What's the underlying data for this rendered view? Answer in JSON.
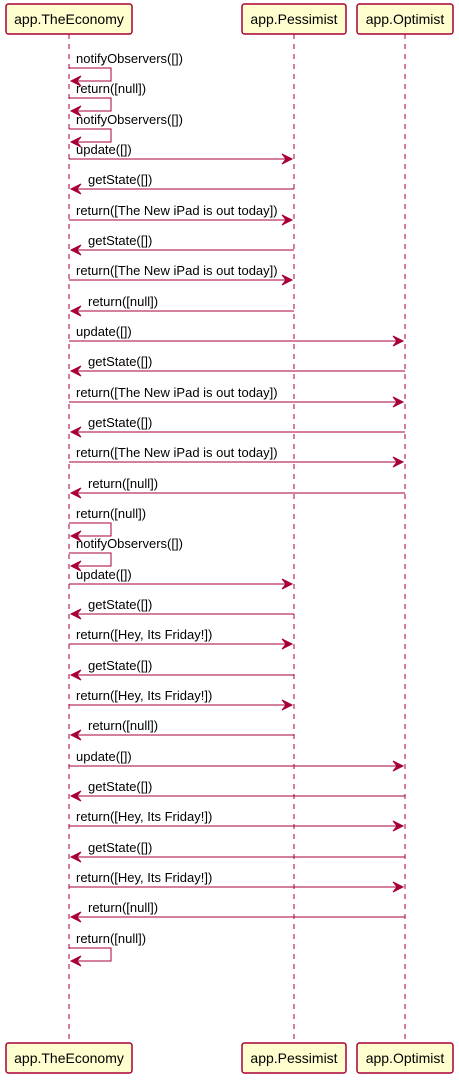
{
  "colors": {
    "participant_fill": "#FEFECE",
    "border": "#A80036",
    "arrow": "#A80036",
    "text": "#000000"
  },
  "participants": [
    {
      "id": "economy",
      "label": "app.TheEconomy"
    },
    {
      "id": "pessimist",
      "label": "app.Pessimist"
    },
    {
      "id": "optimist",
      "label": "app.Optimist"
    }
  ],
  "messages": [
    {
      "from": "economy",
      "to": "economy",
      "label": "notifyObservers([])"
    },
    {
      "from": "economy",
      "to": "economy",
      "label": "return([null])"
    },
    {
      "from": "economy",
      "to": "economy",
      "label": "notifyObservers([])"
    },
    {
      "from": "economy",
      "to": "pessimist",
      "label": "update([])"
    },
    {
      "from": "pessimist",
      "to": "economy",
      "label": "getState([])"
    },
    {
      "from": "economy",
      "to": "pessimist",
      "label": "return([The New iPad is out today])"
    },
    {
      "from": "pessimist",
      "to": "economy",
      "label": "getState([])"
    },
    {
      "from": "economy",
      "to": "pessimist",
      "label": "return([The New iPad is out today])"
    },
    {
      "from": "pessimist",
      "to": "economy",
      "label": "return([null])"
    },
    {
      "from": "economy",
      "to": "optimist",
      "label": "update([])"
    },
    {
      "from": "optimist",
      "to": "economy",
      "label": "getState([])"
    },
    {
      "from": "economy",
      "to": "optimist",
      "label": "return([The New iPad is out today])"
    },
    {
      "from": "optimist",
      "to": "economy",
      "label": "getState([])"
    },
    {
      "from": "economy",
      "to": "optimist",
      "label": "return([The New iPad is out today])"
    },
    {
      "from": "optimist",
      "to": "economy",
      "label": "return([null])"
    },
    {
      "from": "economy",
      "to": "economy",
      "label": "return([null])"
    },
    {
      "from": "economy",
      "to": "economy",
      "label": "notifyObservers([])"
    },
    {
      "from": "economy",
      "to": "pessimist",
      "label": "update([])"
    },
    {
      "from": "pessimist",
      "to": "economy",
      "label": "getState([])"
    },
    {
      "from": "economy",
      "to": "pessimist",
      "label": "return([Hey, Its Friday!])"
    },
    {
      "from": "pessimist",
      "to": "economy",
      "label": "getState([])"
    },
    {
      "from": "economy",
      "to": "pessimist",
      "label": "return([Hey, Its Friday!])"
    },
    {
      "from": "pessimist",
      "to": "economy",
      "label": "return([null])"
    },
    {
      "from": "economy",
      "to": "optimist",
      "label": "update([])"
    },
    {
      "from": "optimist",
      "to": "economy",
      "label": "getState([])"
    },
    {
      "from": "economy",
      "to": "optimist",
      "label": "return([Hey, Its Friday!])"
    },
    {
      "from": "optimist",
      "to": "economy",
      "label": "getState([])"
    },
    {
      "from": "economy",
      "to": "optimist",
      "label": "return([Hey, Its Friday!])"
    },
    {
      "from": "optimist",
      "to": "economy",
      "label": "return([null])"
    },
    {
      "from": "economy",
      "to": "economy",
      "label": "return([null])"
    }
  ]
}
